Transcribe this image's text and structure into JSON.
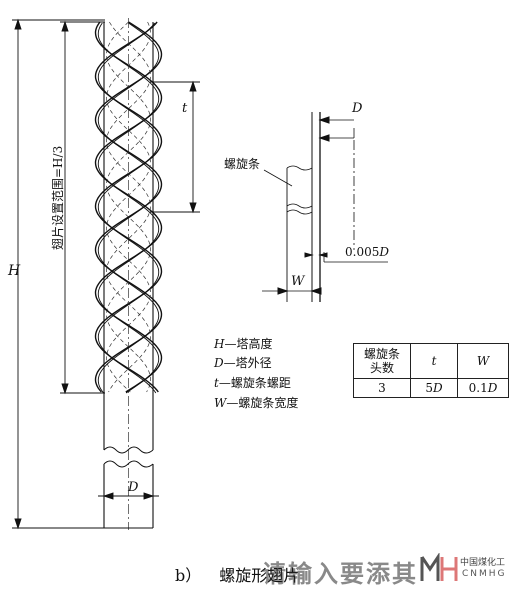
{
  "figure": {
    "caption_index": "b）",
    "caption_text": "螺旋形翅片"
  },
  "dimensions": {
    "H": "H",
    "fin_range": "翅片设置范围=H/3",
    "t": "t",
    "D_bottom": "D",
    "D_detail": "D",
    "gap": "0.005D",
    "W": "W",
    "strake_label": "螺旋条"
  },
  "legend": [
    {
      "symbol": "H",
      "text": "—塔高度"
    },
    {
      "symbol": "D",
      "text": "—塔外径"
    },
    {
      "symbol": "t",
      "text": "—螺旋条螺距"
    },
    {
      "symbol": "W",
      "text": "—螺旋条宽度"
    }
  ],
  "table": {
    "headers": [
      "螺旋条头数",
      "t",
      "W"
    ],
    "header_line1": "螺旋条",
    "header_line2": "头数",
    "row": [
      "3",
      "5D",
      "0.1D"
    ]
  },
  "watermark": {
    "text": "请输入要添其",
    "logo_cn": "中国煤化工",
    "logo_en": "CNMHG"
  },
  "colors": {
    "ink": "#111111",
    "watermark": "#555555"
  }
}
